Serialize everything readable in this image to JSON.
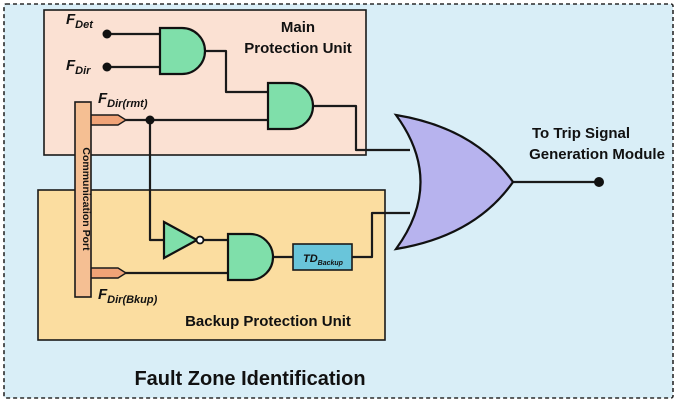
{
  "title": "Fault Zone Identification",
  "output_label_line1": "To Trip Signal",
  "output_label_line2": "Generation Module",
  "main_unit": {
    "label_line1": "Main",
    "label_line2": "Protection Unit",
    "fill": "#fbe1d3"
  },
  "backup_unit": {
    "label": "Backup Protection Unit",
    "fill": "#fbdda0"
  },
  "comm_port": {
    "label": "Communication Port",
    "fill": "#f5bf93"
  },
  "signals": {
    "f_det": {
      "base": "F",
      "sub": "Det"
    },
    "f_dir": {
      "base": "F",
      "sub": "Dir"
    },
    "f_dir_rmt": {
      "base": "F",
      "sub": "Dir(rmt)"
    },
    "f_dir_bkup": {
      "base": "F",
      "sub": "Dir(Bkup)"
    }
  },
  "td_block": {
    "base": "TD",
    "sub": "Backup",
    "fill": "#69c5da"
  },
  "colors": {
    "outer_background": "#d9eef7",
    "logic_gate_fill": "#7fdfaa",
    "or_gate_fill": "#b7b3ee"
  }
}
